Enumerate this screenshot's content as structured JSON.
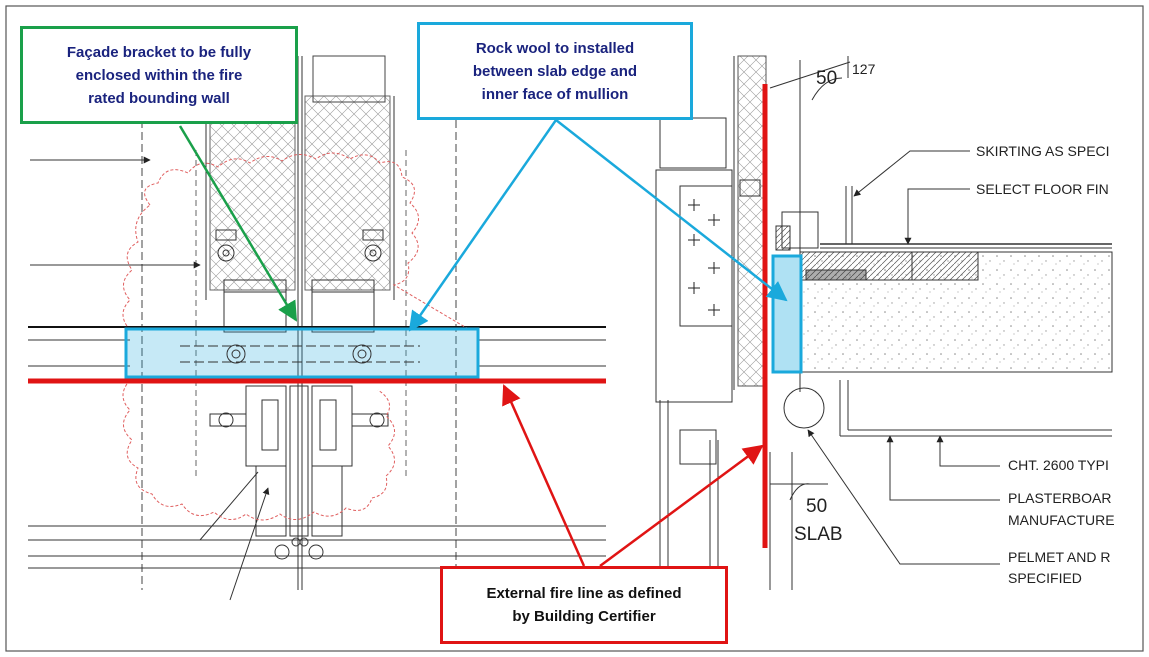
{
  "callouts": {
    "bracket": "Façade bracket to be fully\nenclosed within the fire\nrated bounding wall",
    "rockwool": "Rock wool to installed\nbetween slab edge and\ninner face of mullion",
    "fireline": "External fire line as defined\nby Building Certifier"
  },
  "drawing_labels": {
    "skirting": "SKIRTING AS SPECI",
    "floor": "SELECT FLOOR FIN",
    "cht": "CHT. 2600 TYPI",
    "plaster_1": "PLASTERBOAR",
    "plaster_2": "MANUFACTURE",
    "pelmet_1": "PELMET AND R",
    "pelmet_2": "SPECIFIED",
    "dim_127": "127",
    "dim_50_top": "50",
    "dim_50_bottom": "50",
    "slab": "SLAB"
  },
  "colors": {
    "fire_line": "#e01414",
    "rock_wool": "#1aa9dc",
    "bracket_arrow": "#1aa04a",
    "callout_text": "#1a237e"
  }
}
